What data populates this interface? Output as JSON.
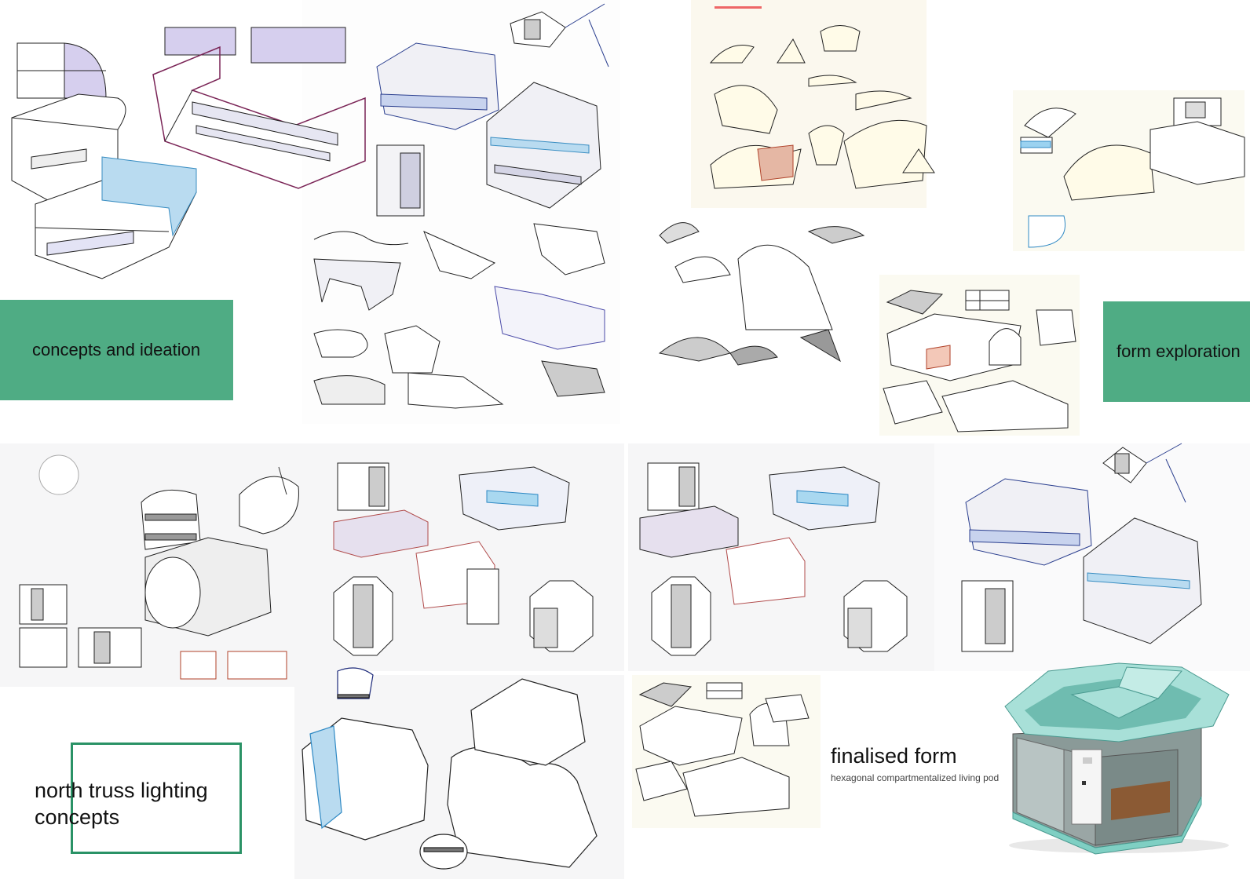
{
  "labels": {
    "concepts": "concepts and ideation",
    "form_exploration": "form exploration",
    "north_truss_line1": "north truss lighting",
    "north_truss_line2": "concepts",
    "finalised_title": "finalised form",
    "finalised_subtitle": "hexagonal compartmentalized living pod"
  },
  "colors": {
    "label_green": "#4fac84",
    "outline_green": "#2a9266",
    "pod_roof": "#a8e0d8"
  }
}
